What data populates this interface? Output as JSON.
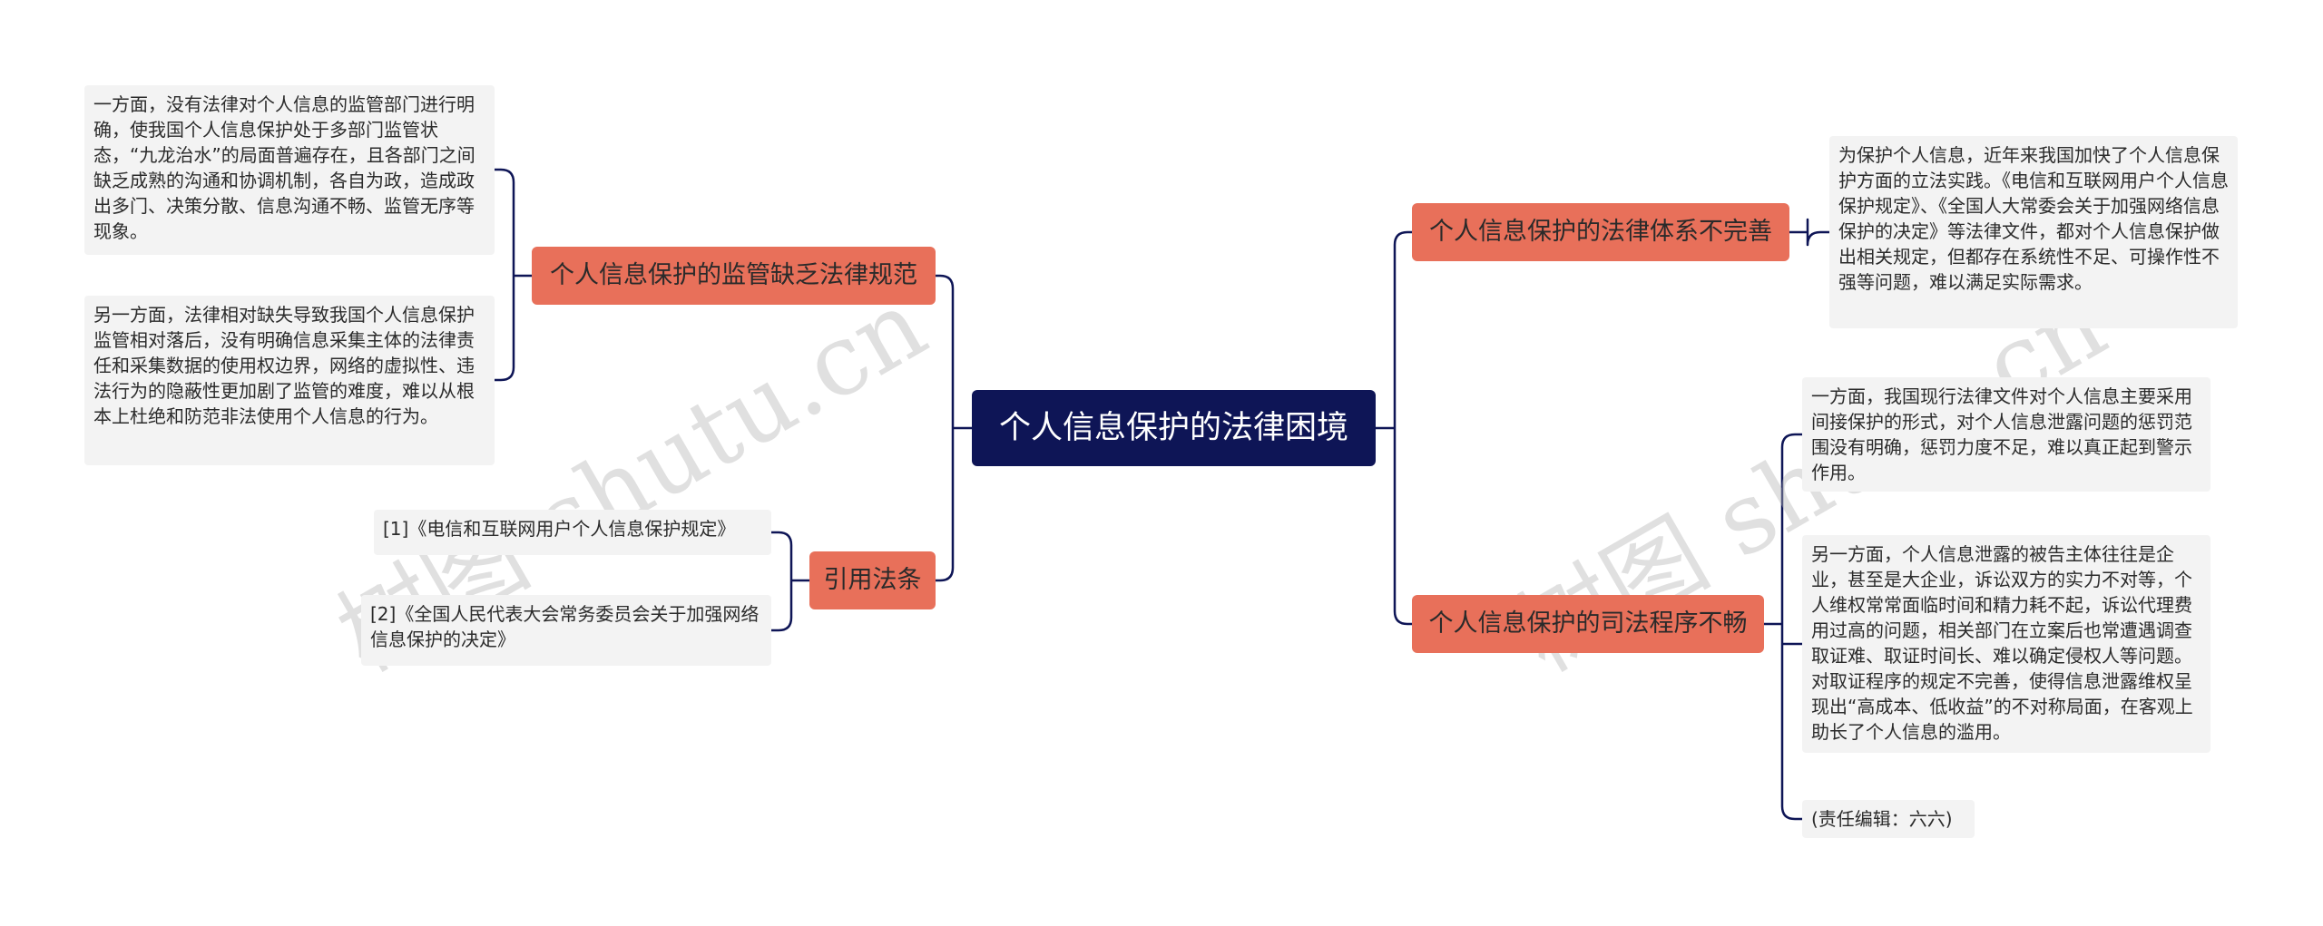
{
  "watermark": "树图 shutu.cn",
  "colors": {
    "root_bg": "#0e1556",
    "topic_bg": "#e8705a",
    "line": "#0e1556",
    "note_bg": "#f3f3f3"
  },
  "root": {
    "label": "个人信息保护的法律困境"
  },
  "left": {
    "supervision": {
      "label": "个人信息保护的监管缺乏法律规范",
      "notes": [
        "一方面，没有法律对个人信息的监管部门进行明确，使我国个人信息保护处于多部门监管状态，“九龙治水”的局面普遍存在，且各部门之间缺乏成熟的沟通和协调机制，各自为政，造成政出多门、决策分散、信息沟通不畅、监管无序等现象。",
        "另一方面，法律相对缺失导致我国个人信息保护监管相对落后，没有明确信息采集主体的法律责任和采集数据的使用权边界，网络的虚拟性、违法行为的隐蔽性更加剧了监管的难度，难以从根本上杜绝和防范非法使用个人信息的行为。"
      ]
    },
    "citations": {
      "label": "引用法条",
      "notes": [
        "[1]《电信和互联网用户个人信息保护规定》",
        "[2]《全国人民代表大会常务委员会关于加强网络信息保护的决定》"
      ]
    }
  },
  "right": {
    "legal_system": {
      "label": "个人信息保护的法律体系不完善",
      "notes": [
        "为保护个人信息，近年来我国加快了个人信息保护方面的立法实践。《电信和互联网用户个人信息保护规定》、《全国人大常委会关于加强网络信息保护的决定》等法律文件，都对个人信息保护做出相关规定，但都存在系统性不足、可操作性不强等问题，难以满足实际需求。"
      ]
    },
    "judicial": {
      "label": "个人信息保护的司法程序不畅",
      "notes": [
        "一方面，我国现行法律文件对个人信息主要采用间接保护的形式，对个人信息泄露问题的惩罚范围没有明确，惩罚力度不足，难以真正起到警示作用。",
        "另一方面，个人信息泄露的被告主体往往是企业，甚至是大企业，诉讼双方的实力不对等，个人维权常常面临时间和精力耗不起，诉讼代理费用过高的问题，相关部门在立案后也常遭遇调查取证难、取证时间长、难以确定侵权人等问题。对取证程序的规定不完善，使得信息泄露维权呈现出“高成本、低收益”的不对称局面，在客观上助长了个人信息的滥用。",
        "(责任编辑：六六)"
      ]
    }
  }
}
